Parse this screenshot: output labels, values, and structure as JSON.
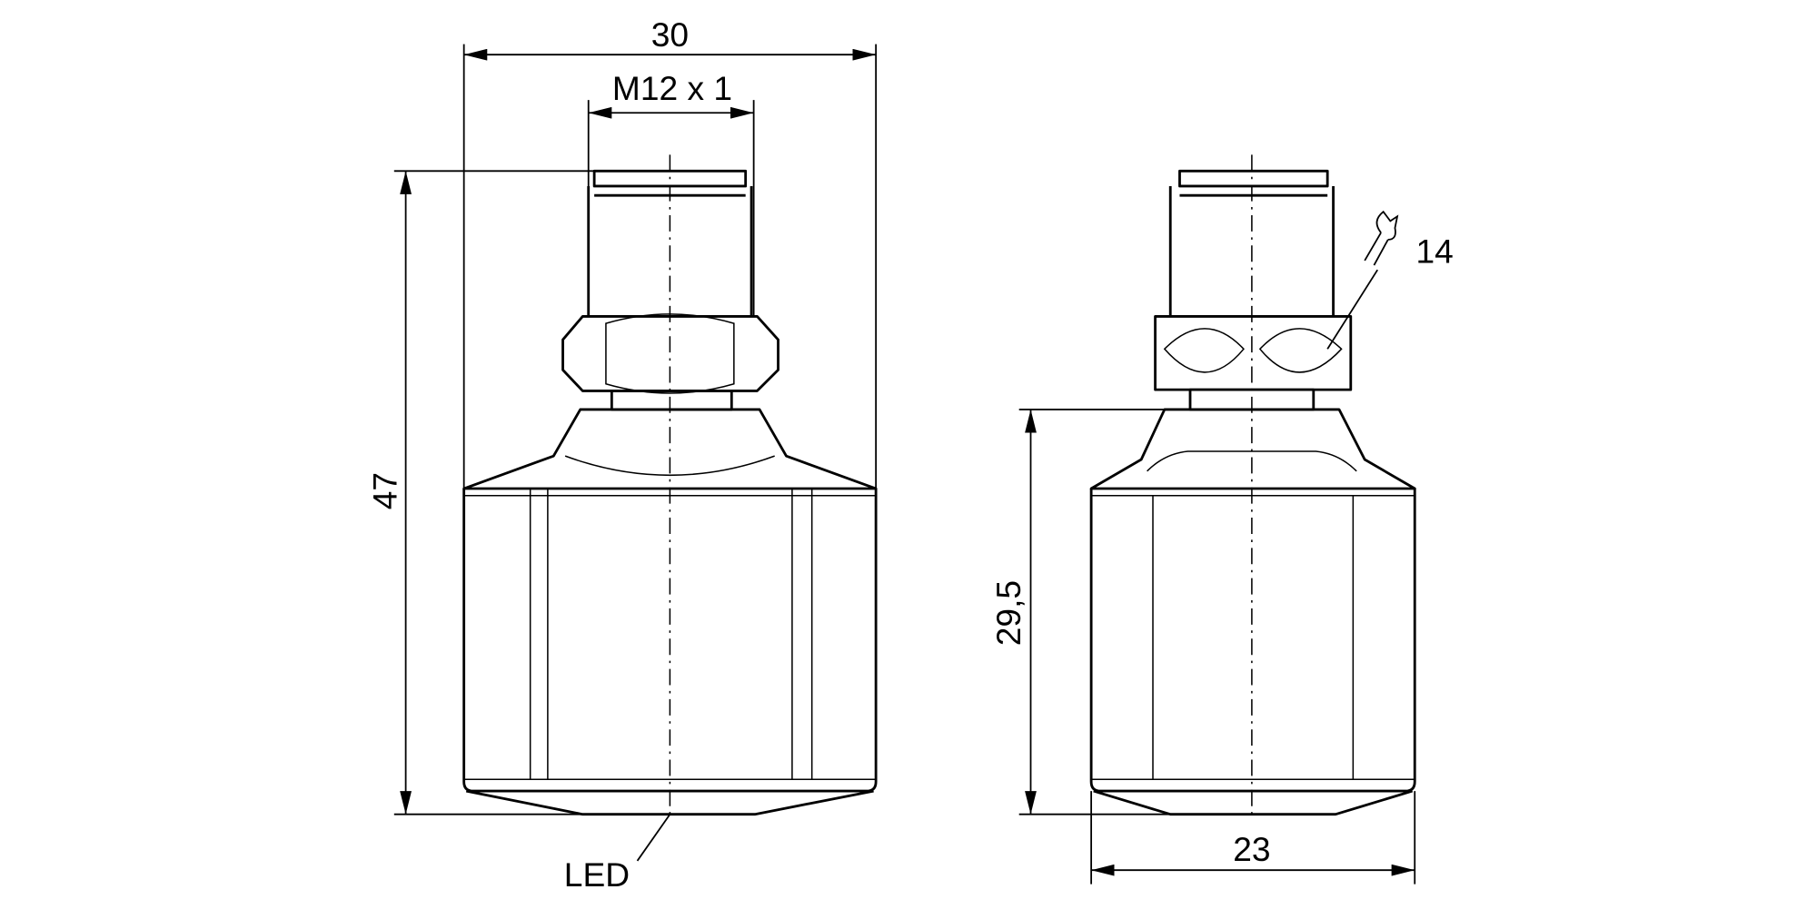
{
  "drawing": {
    "dimensions": {
      "overall_width": "30",
      "thread": "M12 x 1",
      "overall_height": "47",
      "body_height": "29,5",
      "body_width": "23",
      "wrench_size": "14"
    },
    "labels": {
      "led": "LED"
    },
    "icons": [
      "wrench-icon"
    ]
  }
}
